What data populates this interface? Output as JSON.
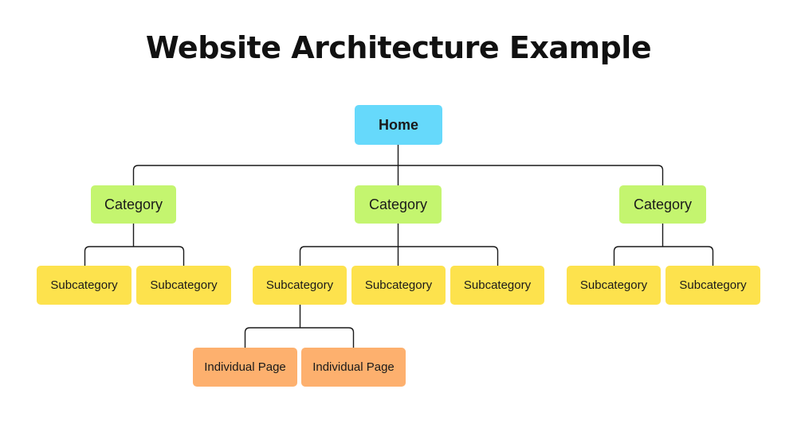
{
  "title": "Website Architecture Example",
  "tree": {
    "home": {
      "label": "Home"
    },
    "categories": [
      {
        "label": "Category",
        "subcategories": [
          {
            "label": "Subcategory"
          },
          {
            "label": "Subcategory"
          }
        ]
      },
      {
        "label": "Category",
        "subcategories": [
          {
            "label": "Subcategory",
            "pages": [
              {
                "label": "Individual Page"
              },
              {
                "label": "Individual Page"
              }
            ]
          },
          {
            "label": "Subcategory"
          },
          {
            "label": "Subcategory"
          }
        ]
      },
      {
        "label": "Category",
        "subcategories": [
          {
            "label": "Subcategory"
          },
          {
            "label": "Subcategory"
          }
        ]
      }
    ]
  },
  "colors": {
    "home": "#66d9fb",
    "category": "#c4f56f",
    "subcategory": "#fde24d",
    "page": "#fdb06e",
    "connector": "#1a1a1a"
  }
}
